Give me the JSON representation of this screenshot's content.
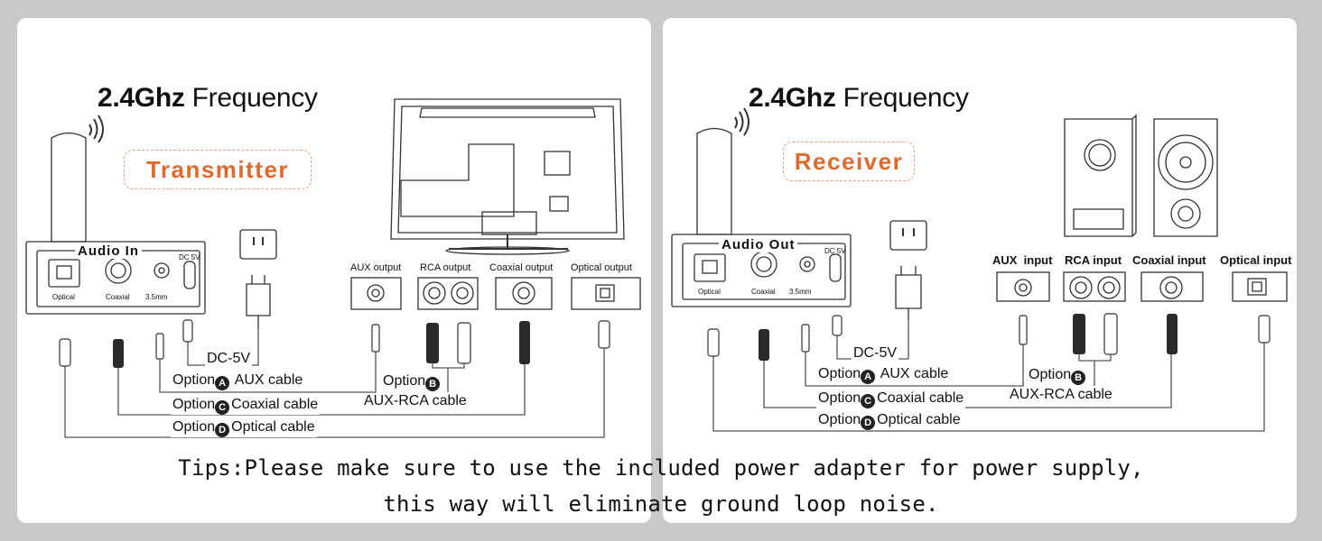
{
  "transmitter": {
    "frequency_bold": "2.4Ghz",
    "frequency_rest": " Frequency",
    "role": "Transmitter",
    "device_title": "Audio In",
    "dc_label": "DC 5V",
    "port_labels": [
      "Optical",
      "Coaxial",
      "3.5mm"
    ],
    "outputs": [
      "AUX output",
      "RCA output",
      "Coaxial output",
      "Optical output"
    ],
    "dc_cable": "DC-5V",
    "option_word": "Option",
    "options": [
      {
        "letter": "A",
        "text": " AUX cable"
      },
      {
        "letter": "B",
        "text": ""
      },
      {
        "letter": "C",
        "text": "Coaxial cable"
      },
      {
        "letter": "D",
        "text": "Optical cable"
      }
    ],
    "aux_rca": "AUX-RCA cable"
  },
  "receiver": {
    "frequency_bold": "2.4Ghz",
    "frequency_rest": " Frequency",
    "role": "Receiver",
    "device_title": "Audio Out",
    "dc_label": "DC 5V",
    "port_labels": [
      "Optical",
      "Coaxial",
      "3.5mm"
    ],
    "inputs": [
      "AUX  input",
      "RCA input",
      "Coaxial input",
      "Optical input"
    ],
    "dc_cable": "DC-5V",
    "option_word": "Option",
    "options": [
      {
        "letter": "A",
        "text": " AUX cable"
      },
      {
        "letter": "B",
        "text": ""
      },
      {
        "letter": "C",
        "text": "Coaxial cable"
      },
      {
        "letter": "D",
        "text": "Optical cable"
      }
    ],
    "aux_rca": "AUX-RCA cable"
  },
  "tips": {
    "line1": "Tips:Please make sure to use the included power adapter for power supply,",
    "line2": "this way will eliminate ground loop noise."
  },
  "colors": {
    "accent": "#e2692d",
    "badge_border": "#e9a07a",
    "line": "#555555",
    "background": "#c9c9c9"
  }
}
